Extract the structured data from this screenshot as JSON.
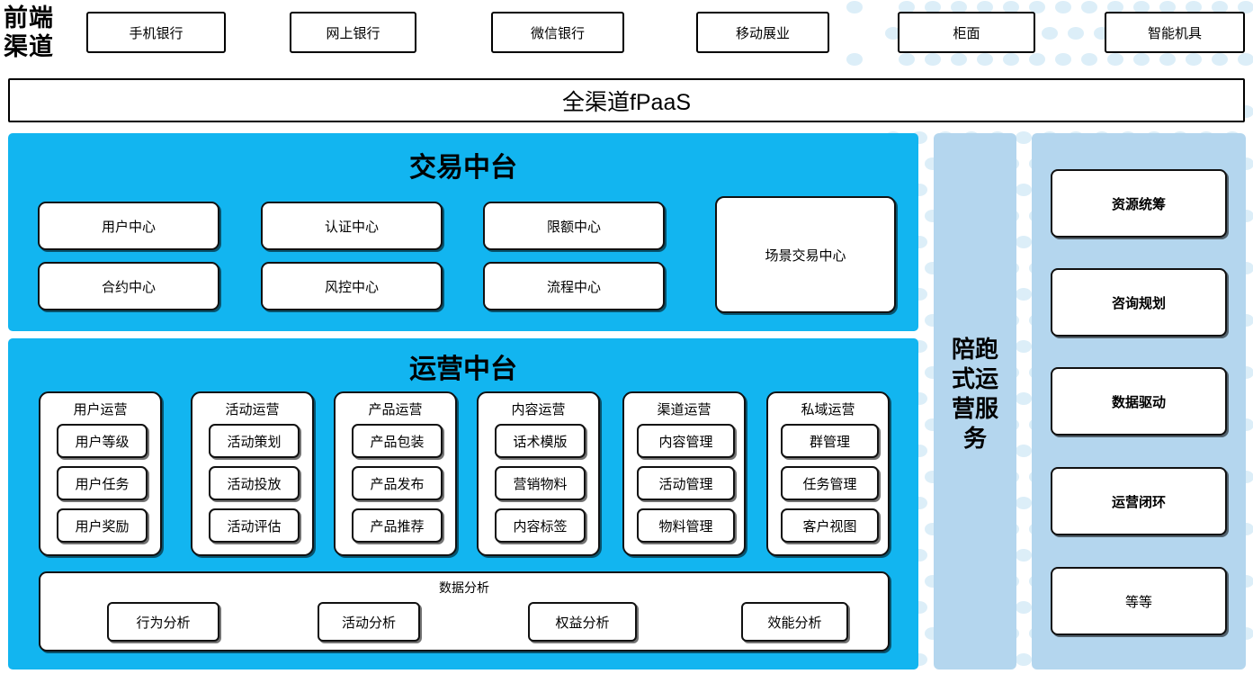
{
  "theme": {
    "accent_blue": "#12B5F0",
    "light_blue": "#B4D6EE",
    "dot_blue": "#DCEEF8",
    "box_border": "#111111",
    "box_fill": "#FFFFFF"
  },
  "front_channel": {
    "label": "前端\n渠道",
    "label_line1": "前端",
    "label_line2": "渠道",
    "chips": [
      {
        "label": "手机银行"
      },
      {
        "label": "网上银行"
      },
      {
        "label": "微信银行"
      },
      {
        "label": "移动展业"
      },
      {
        "label": "柜面"
      },
      {
        "label": "智能机具"
      }
    ]
  },
  "fpaas_bar": {
    "label": "全渠道fPaaS"
  },
  "transaction_center": {
    "title": "交易中台",
    "items": [
      {
        "label": "用户中心"
      },
      {
        "label": "认证中心"
      },
      {
        "label": "限额中心"
      },
      {
        "label": "合约中心"
      },
      {
        "label": "风控中心"
      },
      {
        "label": "流程中心"
      }
    ],
    "scene_box": {
      "label": "场景交易中心"
    }
  },
  "operation_center": {
    "title": "运营中台",
    "groups": [
      {
        "title": "用户运营",
        "items": [
          "用户等级",
          "用户任务",
          "用户奖励"
        ]
      },
      {
        "title": "活动运营",
        "items": [
          "活动策划",
          "活动投放",
          "活动评估"
        ]
      },
      {
        "title": "产品运营",
        "items": [
          "产品包装",
          "产品发布",
          "产品推荐"
        ]
      },
      {
        "title": "内容运营",
        "items": [
          "话术模版",
          "营销物料",
          "内容标签"
        ]
      },
      {
        "title": "渠道运营",
        "items": [
          "内容管理",
          "活动管理",
          "物料管理"
        ]
      },
      {
        "title": "私域运营",
        "items": [
          "群管理",
          "任务管理",
          "客户视图"
        ]
      }
    ],
    "analysis": {
      "title": "数据分析",
      "items": [
        "行为分析",
        "活动分析",
        "权益分析",
        "效能分析"
      ]
    }
  },
  "accompany_service": {
    "label": "陪跑式运营服务",
    "lines": [
      "陪跑",
      "式运",
      "营服",
      "务"
    ]
  },
  "capability_panel": {
    "items": [
      {
        "label": "资源统筹",
        "bold": true
      },
      {
        "label": "咨询规划",
        "bold": true
      },
      {
        "label": "数据驱动",
        "bold": true
      },
      {
        "label": "运营闭环",
        "bold": true
      },
      {
        "label": "等等",
        "bold": false
      }
    ]
  }
}
